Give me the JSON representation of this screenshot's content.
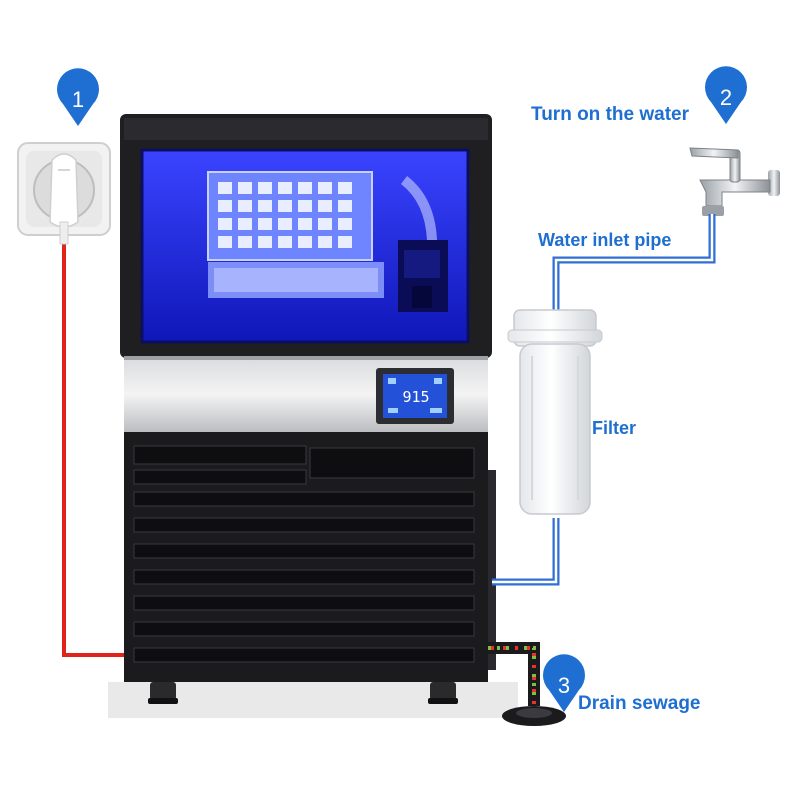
{
  "steps": [
    {
      "number": "1",
      "label": ""
    },
    {
      "number": "2",
      "label": "Turn on the water"
    },
    {
      "number": "3",
      "label": "Drain sewage"
    }
  ],
  "labels": {
    "water_inlet_pipe": "Water inlet pipe",
    "filter": "Filter"
  },
  "display": {
    "main_readout": "915"
  },
  "colors": {
    "accent": "#1e6fd1",
    "power_cord": "#e0231b",
    "inlet_pipe": "#2f6fd6",
    "cabinet": "#1f1f22",
    "ice_chamber_light": "#1c2cff"
  },
  "icons": [
    "step-pin-icon",
    "wall-socket-icon",
    "water-faucet-icon",
    "water-filter-icon",
    "drain-icon",
    "lcd-display-icon"
  ]
}
